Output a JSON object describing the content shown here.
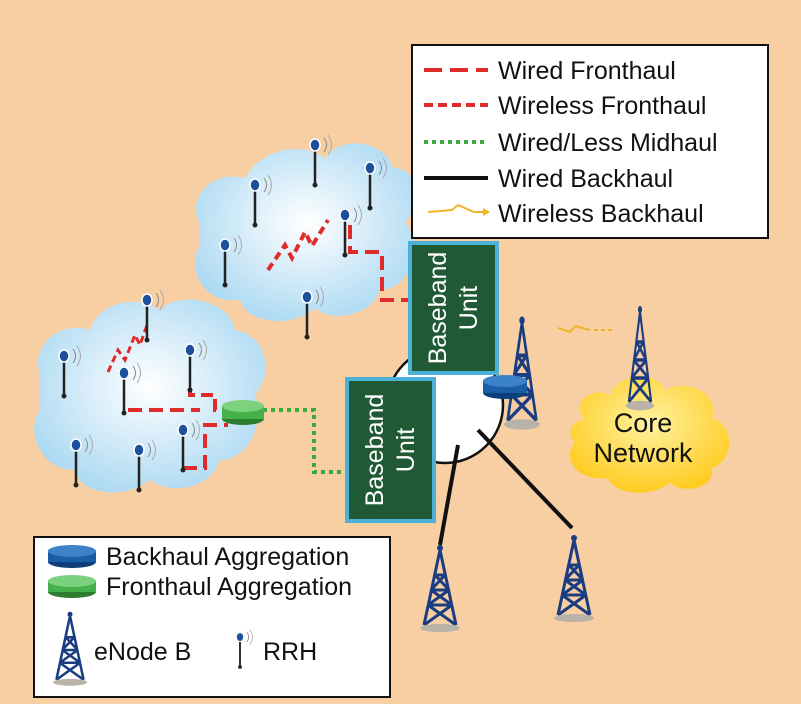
{
  "legend_top": {
    "items": [
      {
        "label": "Wired Fronthaul",
        "style": "wired-fronthaul",
        "color": "#e02b2b"
      },
      {
        "label": "Wireless Fronthaul",
        "style": "wireless-fronthaul",
        "color": "#e02b2b"
      },
      {
        "label": "Wired/Less Midhaul",
        "style": "midhaul",
        "color": "#3aa83a"
      },
      {
        "label": "Wired Backhaul",
        "style": "wired-backhaul",
        "color": "#000000"
      },
      {
        "label": "Wireless Backhaul",
        "style": "wireless-backhaul",
        "color": "#f0b323"
      }
    ]
  },
  "legend_bottom": {
    "backhaul_aggregation": "Backhaul Aggregation",
    "fronthaul_aggregation": "Fronthaul Aggregation",
    "enodeb": "eNode B",
    "rrh": "RRH"
  },
  "baseband_unit": {
    "line1": "Baseband",
    "line2": "Unit"
  },
  "core_network": {
    "line1": "Core",
    "line2": "Network"
  },
  "colors": {
    "background": "#f8cfa3",
    "cloud": "#c9e6f7",
    "baseband_fill": "#1f5a35",
    "baseband_border": "#4db0d6",
    "core_cloud": "#ffd23a",
    "backhaul_router": "#1b5ea8",
    "fronthaul_router": "#46b04a",
    "tower": "#1a3d82"
  }
}
